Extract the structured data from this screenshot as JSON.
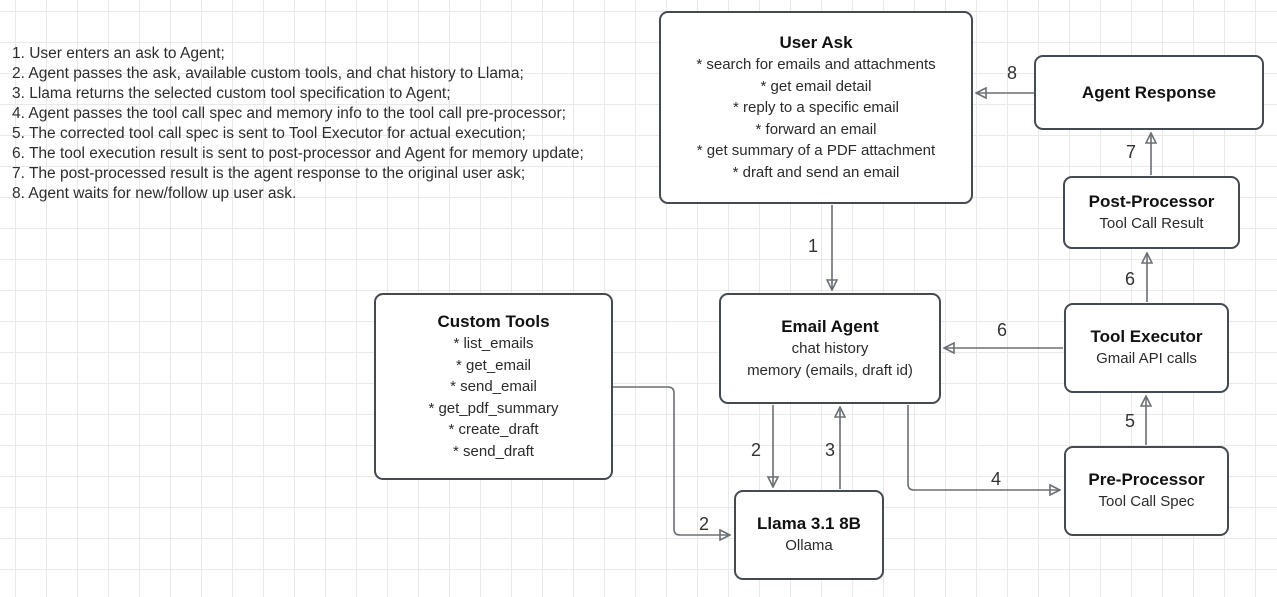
{
  "notes": {
    "lines": [
      "1. User enters an ask to Agent;",
      "2. Agent passes the ask, available custom tools, and chat history to Llama;",
      "3. Llama returns the selected custom tool specification to Agent;",
      "4. Agent passes the tool call spec and memory info to the tool call pre-processor;",
      "5. The corrected tool call spec is sent to Tool Executor for actual execution;",
      "6. The tool execution result is sent to post-processor and Agent for memory update;",
      "7. The post-processed result is the agent response to the original user ask;",
      "8. Agent waits for new/follow up user ask."
    ]
  },
  "nodes": {
    "user_ask": {
      "title": "User Ask",
      "lines": [
        "* search for emails and attachments",
        "* get email detail",
        "* reply to a specific email",
        "* forward an email",
        "* get summary of a PDF attachment",
        "* draft and send an email"
      ]
    },
    "agent_response": {
      "title": "Agent Response"
    },
    "post_processor": {
      "title": "Post-Processor",
      "subtitle": "Tool Call Result"
    },
    "tool_executor": {
      "title": "Tool Executor",
      "subtitle": "Gmail API calls"
    },
    "pre_processor": {
      "title": "Pre-Processor",
      "subtitle": "Tool Call Spec"
    },
    "email_agent": {
      "title": "Email Agent",
      "lines": [
        "chat history",
        "memory (emails, draft id)"
      ]
    },
    "custom_tools": {
      "title": "Custom Tools",
      "lines": [
        "* list_emails",
        "* get_email",
        "* send_email",
        "* get_pdf_summary",
        "* create_draft",
        "* send_draft"
      ]
    },
    "llama": {
      "title": "Llama 3.1 8B",
      "subtitle": "Ollama"
    }
  },
  "edges": [
    {
      "label": "1",
      "from": "user_ask",
      "to": "email_agent"
    },
    {
      "label": "2",
      "from": "email_agent",
      "to": "llama"
    },
    {
      "label": "2",
      "from": "custom_tools",
      "to": "llama"
    },
    {
      "label": "3",
      "from": "llama",
      "to": "email_agent"
    },
    {
      "label": "4",
      "from": "email_agent",
      "to": "pre_processor"
    },
    {
      "label": "5",
      "from": "pre_processor",
      "to": "tool_executor"
    },
    {
      "label": "6",
      "from": "tool_executor",
      "to": "email_agent"
    },
    {
      "label": "6",
      "from": "tool_executor",
      "to": "post_processor"
    },
    {
      "label": "7",
      "from": "post_processor",
      "to": "agent_response"
    },
    {
      "label": "8",
      "from": "agent_response",
      "to": "user_ask"
    }
  ],
  "colors": {
    "box_stroke": "#444a52",
    "edge_stroke": "#6b7075",
    "arrowhead": "#42484e",
    "grid": "#e9e9e9",
    "background": "#ffffff",
    "text": "#1e1e1e"
  }
}
